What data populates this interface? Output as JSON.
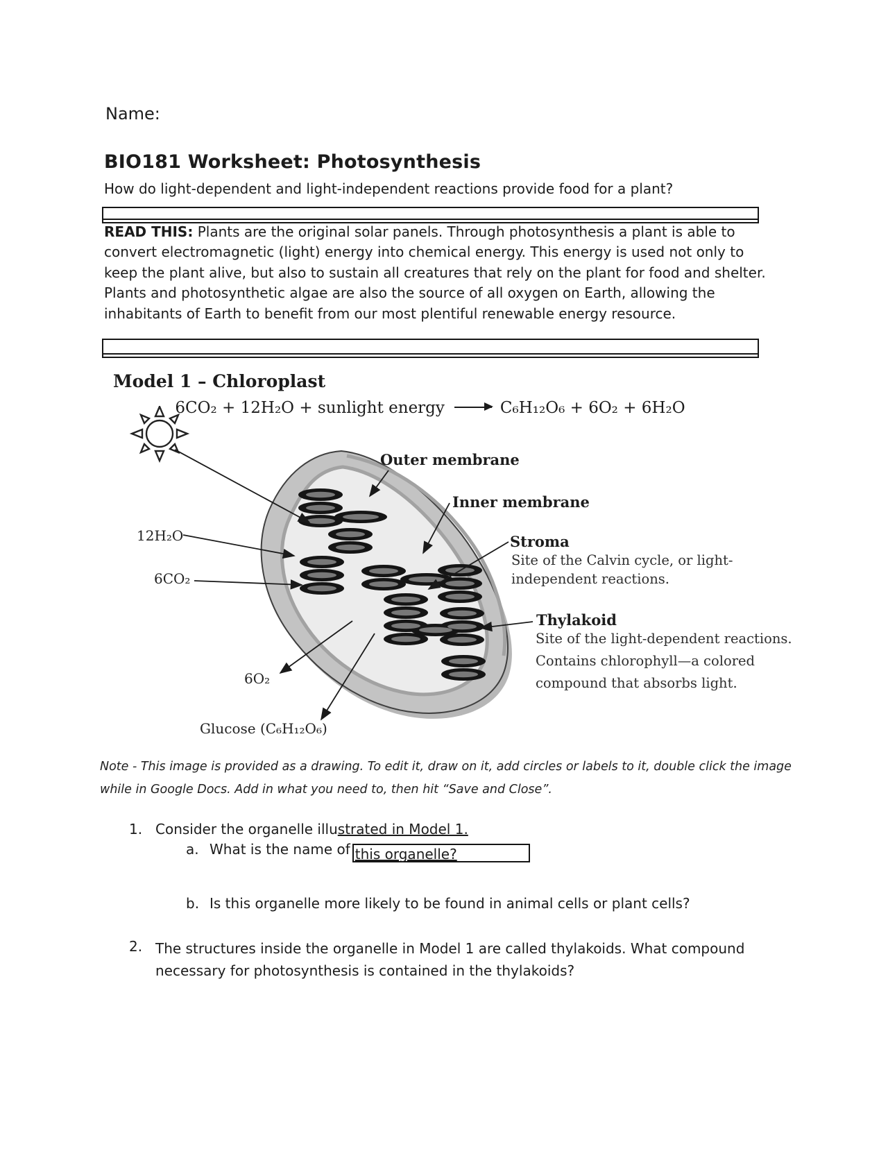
{
  "name_label": "Name:",
  "header": {
    "title": "BIO181 Worksheet: Photosynthesis",
    "subtitle": "How do light-dependent and light-independent reactions provide food for a plant?"
  },
  "read_this": {
    "label": "READ THIS:",
    "lines": [
      "Plants are the original solar panels. Through photosynthesis a plant is able to",
      "convert electromagnetic (light) energy into chemical energy. This energy is used not only to",
      "keep the plant alive, but also to sustain all creatures that rely on the plant for food and shelter.",
      "Plants and photosynthetic algae are also the source of all oxygen on Earth, allowing the",
      "inhabitants of Earth to benefit from our most plentiful renewable energy resource."
    ]
  },
  "model1": {
    "heading": "Model 1 – Chloroplast",
    "equation": {
      "lhs": "6CO₂  +  12H₂O  +  sunlight energy",
      "rhs": "C₆H₁₂O₆  +  6O₂  +  6H₂O"
    }
  },
  "diagram": {
    "labels": {
      "outer_membrane": "Outer membrane",
      "inner_membrane": "Inner membrane",
      "stroma": "Stroma",
      "stroma_desc1": "Site of the Calvin cycle, or light-",
      "stroma_desc2": "independent reactions.",
      "thylakoid": "Thylakoid",
      "thylakoid_desc1": "Site of the light-dependent reactions.",
      "thylakoid_desc2": "Contains chlorophyll—a colored",
      "thylakoid_desc3": "compound that absorbs light.",
      "water": "12H₂O",
      "co2": "6CO₂",
      "o2": "6O₂",
      "glucose": "Glucose (C₆H₁₂O₆)"
    },
    "colors": {
      "rim_gray": "#c3c3c3",
      "stroma_gray": "#ececec",
      "membrane_gray": "#a2a2a2",
      "granum_dark": "#151515"
    }
  },
  "note": {
    "line1": "Note - This image is provided as a drawing. To edit it, draw on it, add circles or labels to it, double click the image",
    "line2": "while in Google Docs. Add in what you need to, then hit “Save and Close”."
  },
  "questions": {
    "q1": {
      "number": "1.",
      "text_plain": "Consider the organelle illu",
      "text_underlined": "strated in Model 1."
    },
    "q1a": {
      "number": "a.",
      "text": "What is the name of",
      "boxed_text": "this organelle?"
    },
    "q1b": {
      "number": "b.",
      "text": "Is this organelle more likely to be found in animal cells or plant cells?"
    },
    "q2": {
      "number": "2.",
      "line1": "The structures inside the organelle in Model 1 are called thylakoids. What compound",
      "line2": "necessary for photosynthesis is contained in the thylakoids?"
    }
  }
}
